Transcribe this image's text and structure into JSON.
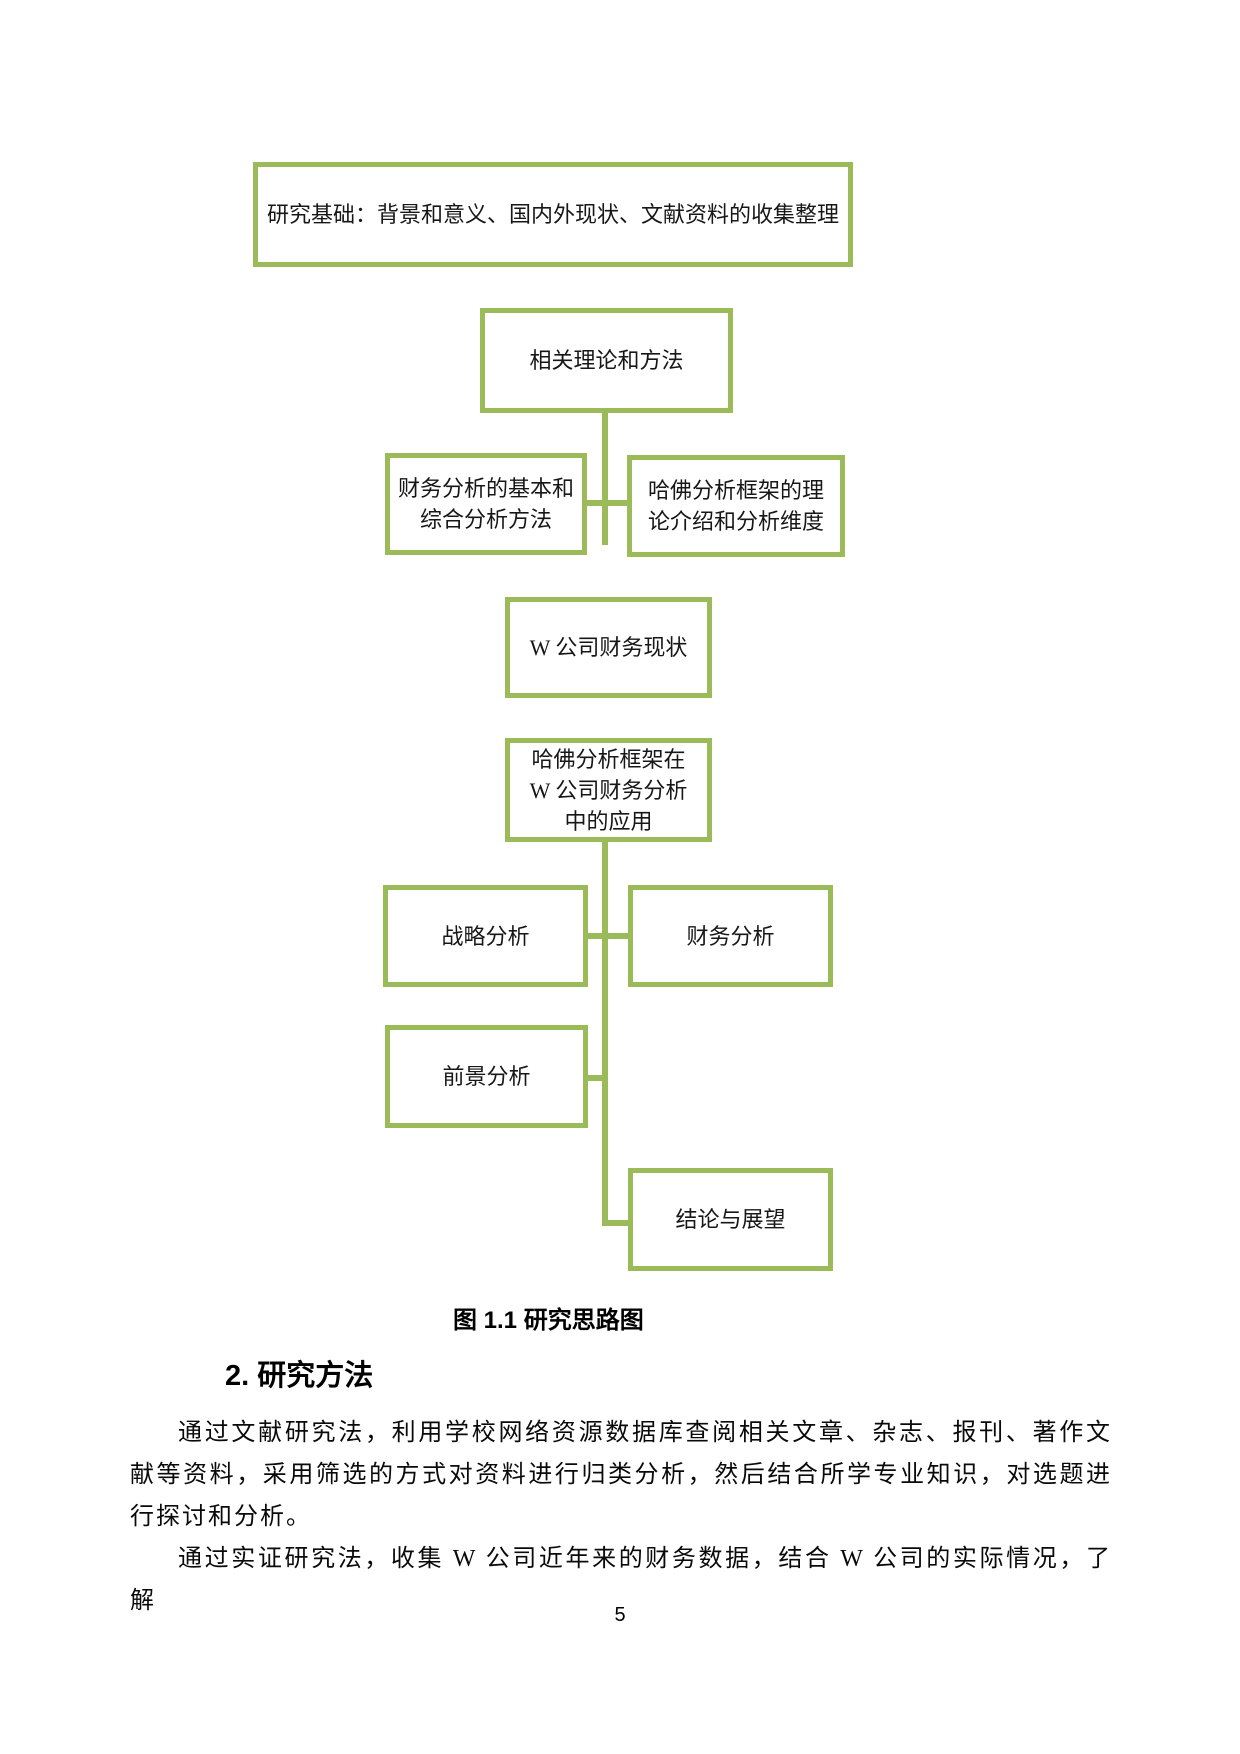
{
  "figure": {
    "accent_color": "#9bbb59",
    "boxes": {
      "foundation": "研究基础：背景和意义、国内外现状、文献资料的收集整理",
      "theory": "相关理论和方法",
      "basic_methods": "财务分析的基本和\n综合分析方法",
      "harvard_intro": "哈佛分析框架的理\n论介绍和分析维度",
      "status": "W 公司财务现状",
      "application": "哈佛分析框架在\nW 公司财务分析\n中的应用",
      "strategy": "战略分析",
      "financial": "财务分析",
      "prospect": "前景分析",
      "conclusion": "结论与展望"
    },
    "caption": "图 1.1 研究思路图"
  },
  "section": {
    "heading": "2. 研究方法"
  },
  "body": {
    "paragraphs": [
      "通过文献研究法，利用学校网络资源数据库查阅相关文章、杂志、报刊、著作文献等资料，采用筛选的方式对资料进行归类分析，然后结合所学专业知识，对选题进行探讨和分析。",
      "通过实证研究法，收集 W 公司近年来的财务数据，结合 W 公司的实际情况，了解"
    ]
  },
  "footer": {
    "page_number": "5"
  }
}
